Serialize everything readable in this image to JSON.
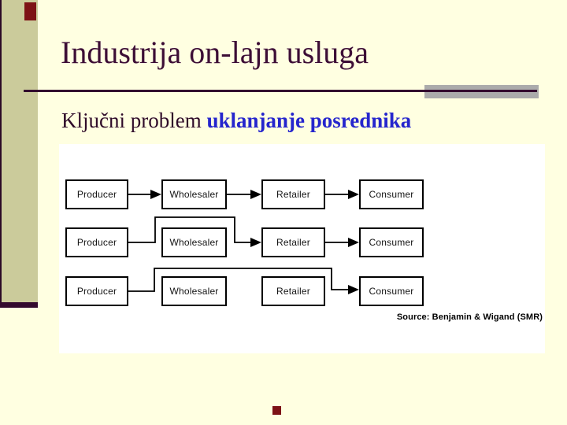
{
  "slide": {
    "title": "Industrija on-lajn usluga",
    "subtitle": {
      "prefix": "Ključni problem ",
      "highlight": "uklanjanje posrednika"
    }
  },
  "diagram": {
    "type": "flow",
    "source_note": "Source: Benjamin & Wigand (SMR)",
    "rows": [
      {
        "name": "full-chain",
        "flow": "Producer -> Wholesaler -> Retailer -> Consumer",
        "boxes": [
          {
            "label": "Producer"
          },
          {
            "label": "Wholesaler"
          },
          {
            "label": "Retailer"
          },
          {
            "label": "Consumer"
          }
        ]
      },
      {
        "name": "bypass-wholesaler",
        "flow": "Producer -> Retailer -> Consumer (line routed over Wholesaler)",
        "boxes": [
          {
            "label": "Producer"
          },
          {
            "label": "Wholesaler"
          },
          {
            "label": "Retailer"
          },
          {
            "label": "Consumer"
          }
        ]
      },
      {
        "name": "direct-to-consumer",
        "flow": "Producer -> Consumer (line routed over Wholesaler and Retailer)",
        "boxes": [
          {
            "label": "Producer"
          },
          {
            "label": "Wholesaler"
          },
          {
            "label": "Retailer"
          },
          {
            "label": "Consumer"
          }
        ]
      }
    ]
  },
  "colors": {
    "background": "#FFFFE1",
    "sidebar_olive": "#CBCB9B",
    "title_text": "#3D0E36",
    "rule_dark": "#33092E",
    "rule_gray": "#ABABAB",
    "accent_red": "#7D1216",
    "highlight_blue": "#2525CD",
    "diagram_panel": "#FFFFFF"
  }
}
